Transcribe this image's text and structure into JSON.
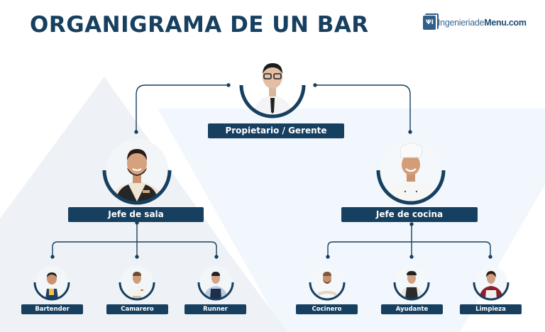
{
  "header": {
    "title": "ORGANIGRAMA DE UN BAR",
    "logo": {
      "prefix": "Ingenieriade",
      "brand": "Menu",
      "suffix": ".com",
      "icon": "menu-book-cutlery-icon"
    }
  },
  "colors": {
    "primary": "#173f5f",
    "triangle_bg": "#eef2f6",
    "sheet_bg": "#f1f7fd",
    "page_bg": "#ffffff"
  },
  "org": {
    "root": {
      "label": "Propietario / Gerente",
      "photo": "manager-photo"
    },
    "level2": [
      {
        "label": "Jefe de sala",
        "photo": "head-waiter-photo"
      },
      {
        "label": "Jefe de cocina",
        "photo": "head-chef-photo"
      }
    ],
    "level3_sala": [
      {
        "label": "Bartender",
        "photo": "bartender-photo"
      },
      {
        "label": "Camarero",
        "photo": "waiter-photo"
      },
      {
        "label": "Runner",
        "photo": "runner-photo"
      }
    ],
    "level3_cocina": [
      {
        "label": "Cocinero",
        "photo": "cook-photo"
      },
      {
        "label": "Ayudante",
        "photo": "kitchen-assistant-photo"
      },
      {
        "label": "Limpieza",
        "photo": "cleaning-staff-photo"
      }
    ]
  }
}
